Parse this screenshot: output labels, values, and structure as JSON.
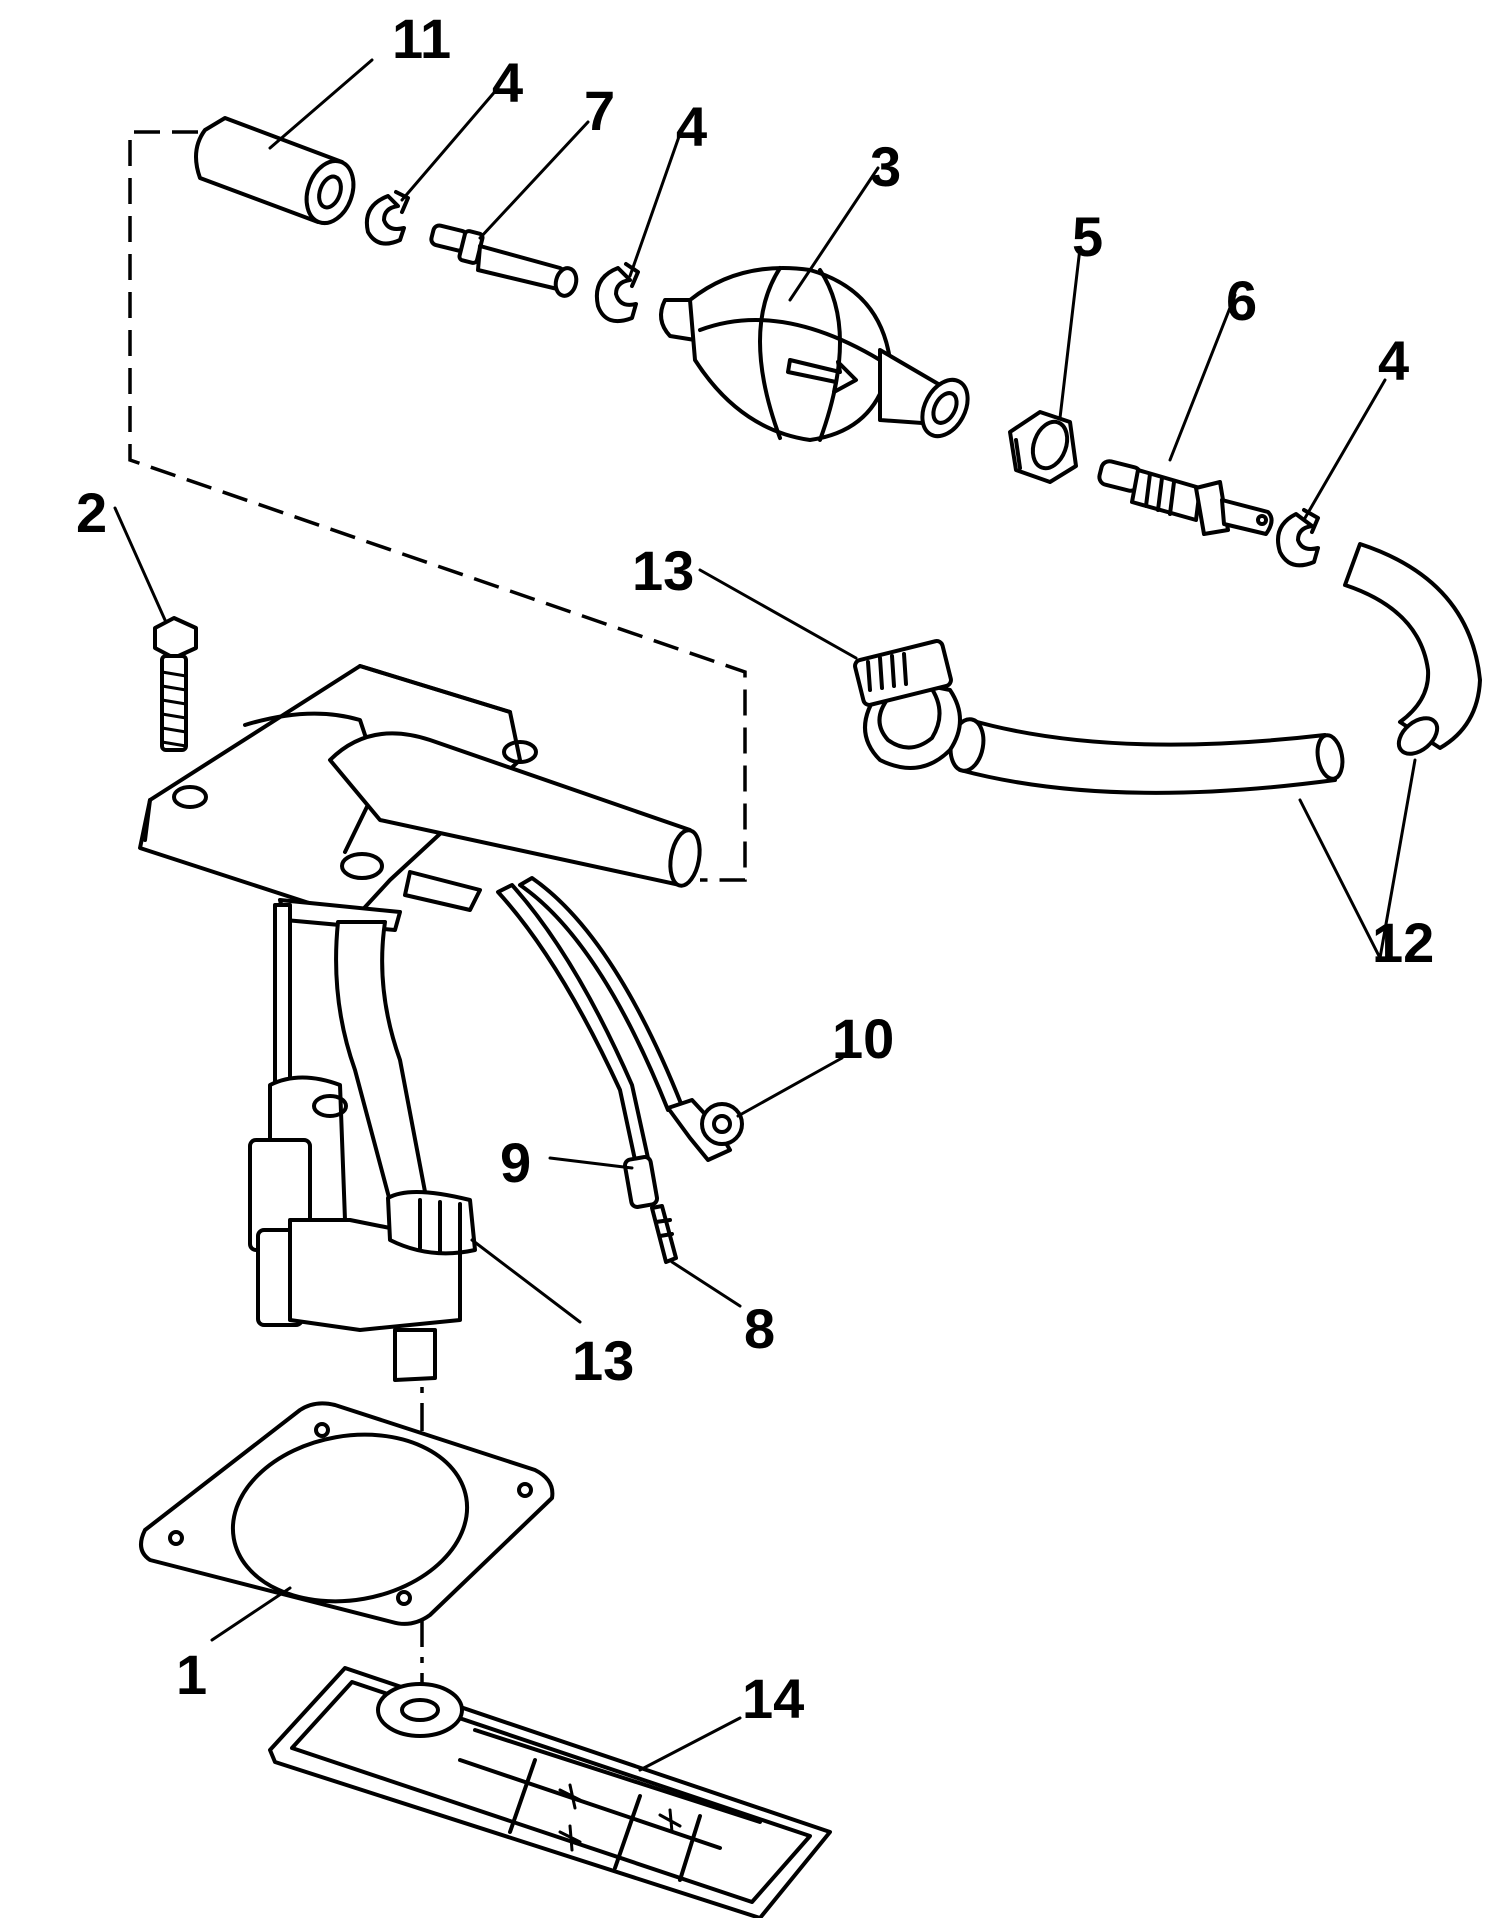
{
  "labels": {
    "l1": "1",
    "l2": "2",
    "l3": "3",
    "l4a": "4",
    "l4b": "4",
    "l4c": "4",
    "l5": "5",
    "l6": "6",
    "l7": "7",
    "l8": "8",
    "l9": "9",
    "l10": "10",
    "l11": "11",
    "l12": "12",
    "l13a": "13",
    "l13b": "13",
    "l14": "14"
  }
}
